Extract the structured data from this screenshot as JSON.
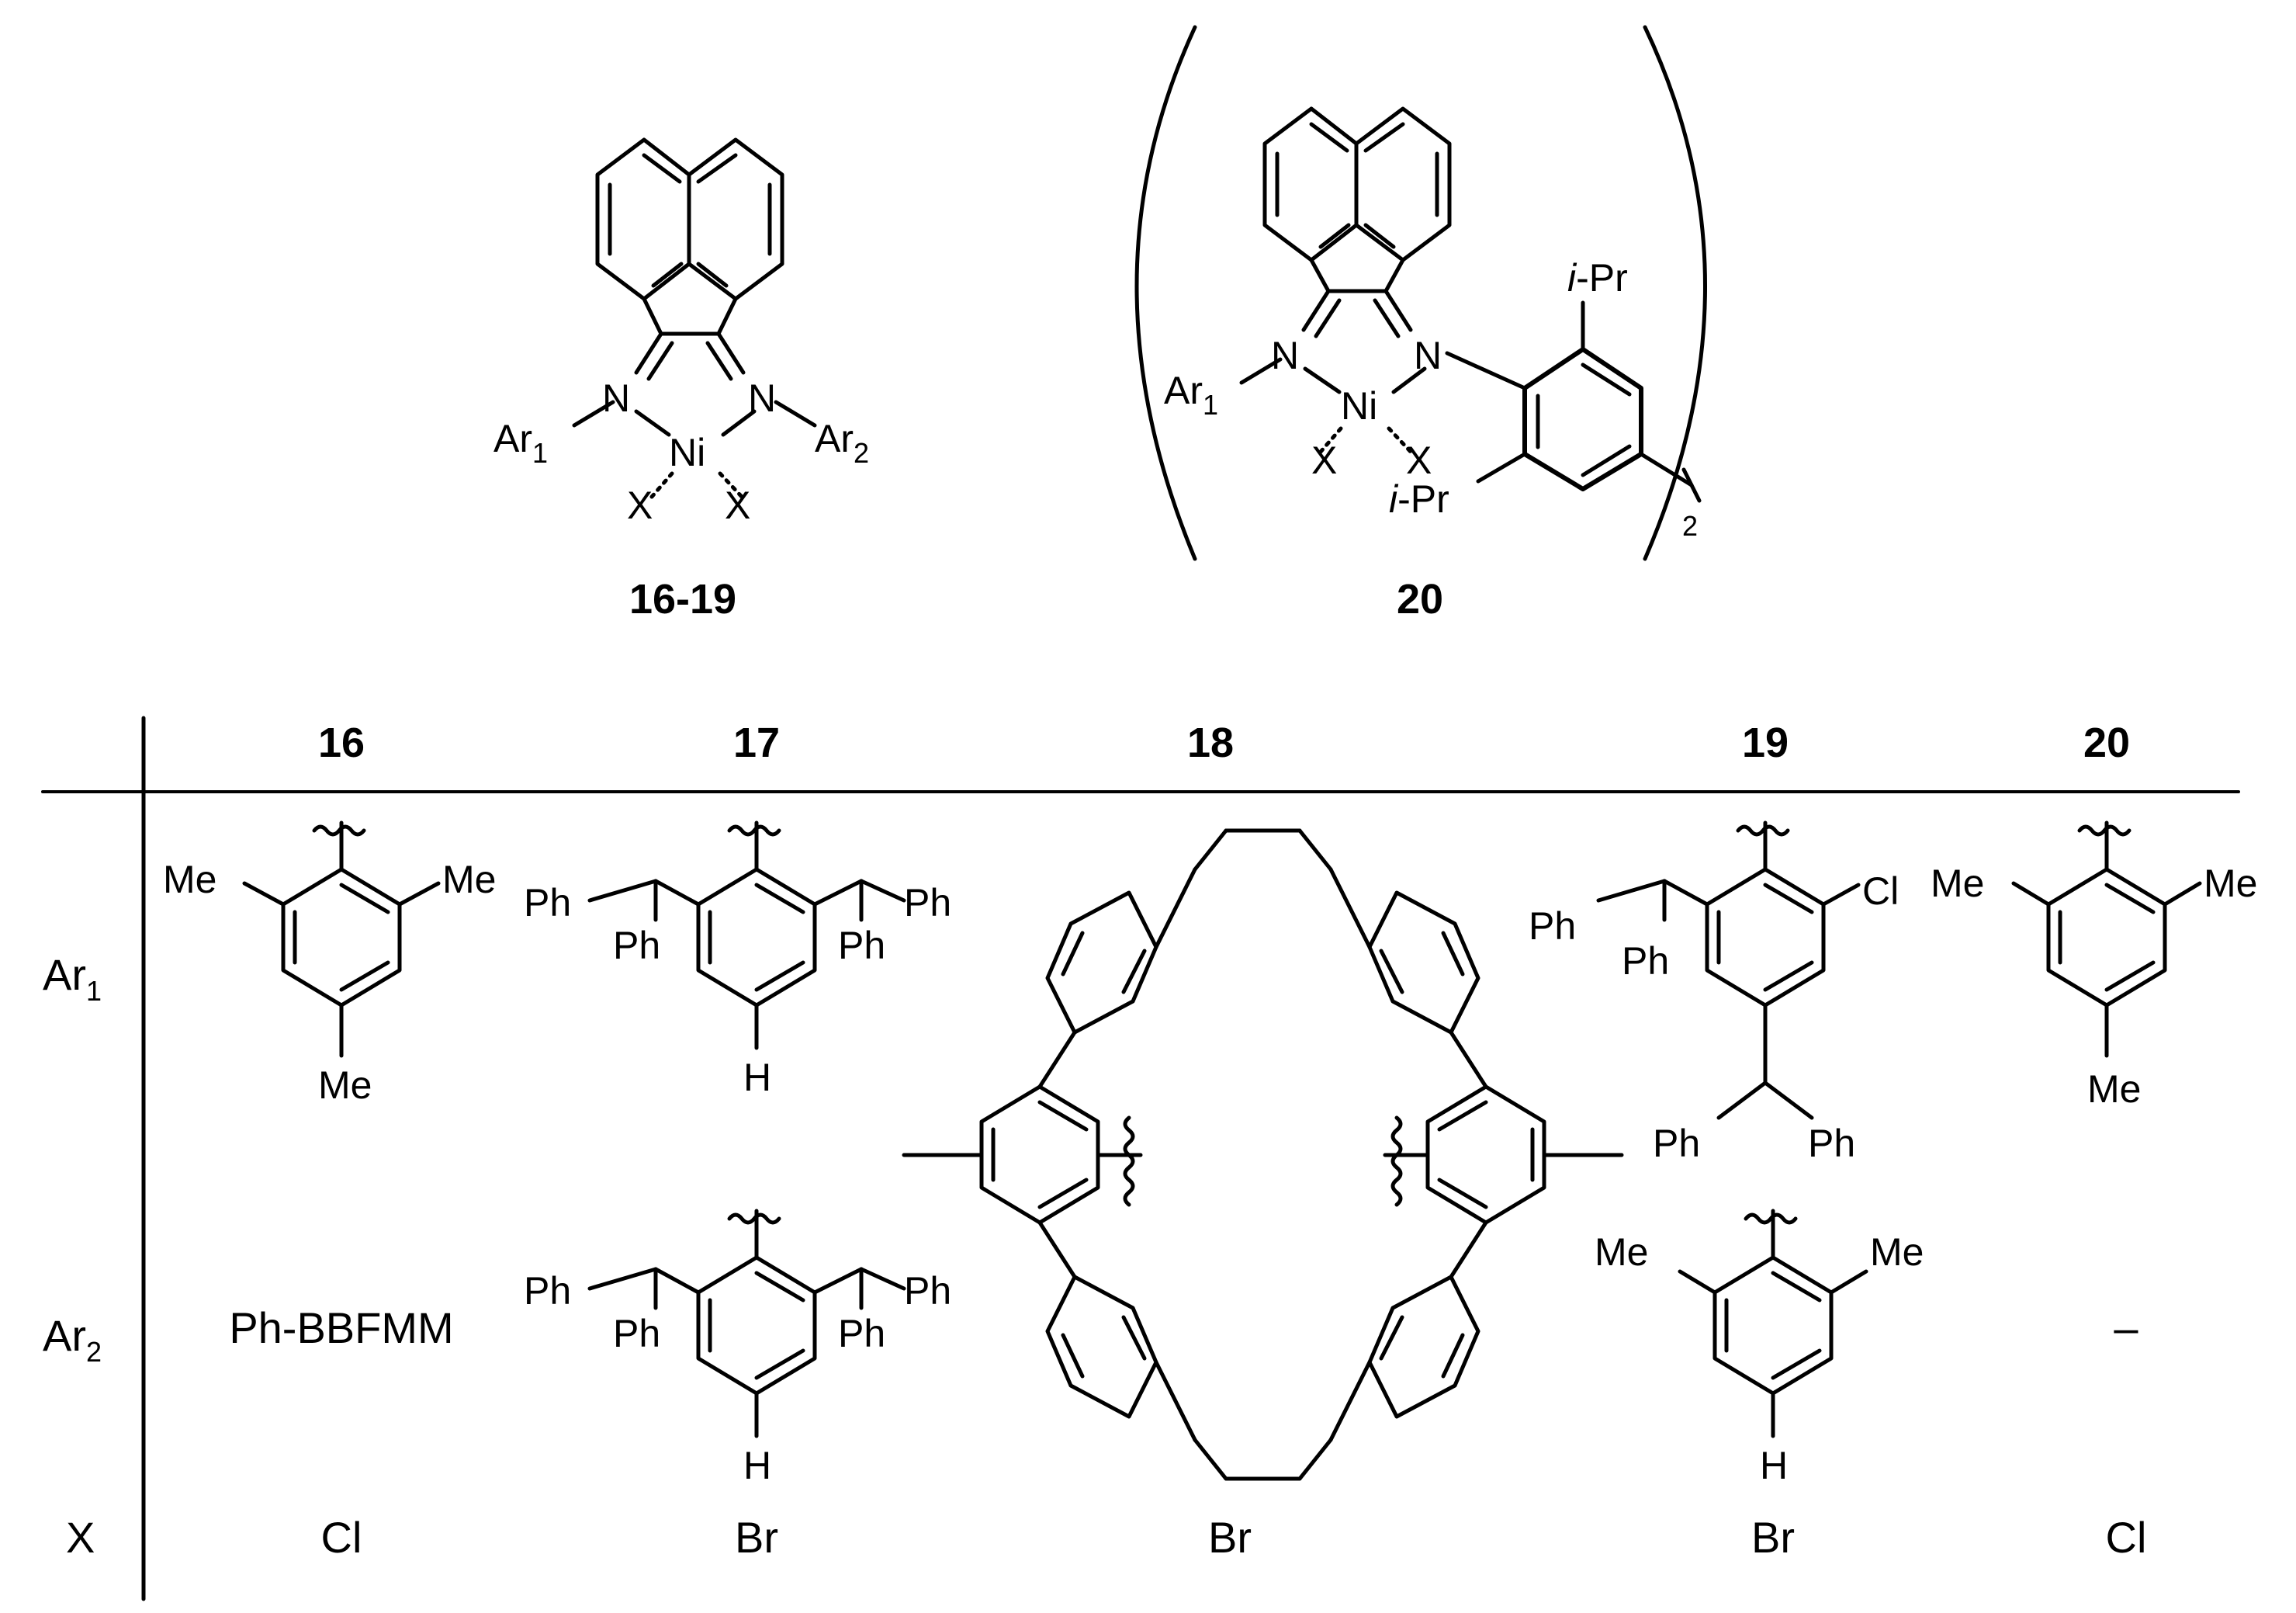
{
  "structure_top_left": {
    "atoms": {
      "N1": "N",
      "N2": "N",
      "Ni": "Ni",
      "X1": "X",
      "X2": "X",
      "Ar1": "Ar",
      "Ar1_sub": "1",
      "Ar2": "Ar",
      "Ar2_sub": "2"
    },
    "label": "16-19"
  },
  "structure_top_right": {
    "atoms": {
      "N1": "N",
      "N2": "N",
      "Ni": "Ni",
      "X1": "X",
      "X2": "X",
      "Ar1": "Ar",
      "Ar1_sub": "1",
      "iPr_top_i": "i",
      "iPr_top_rest": "-Pr",
      "iPr_bot_i": "i",
      "iPr_bot_rest": "-Pr",
      "subscript": "2"
    },
    "label": "20"
  },
  "table": {
    "columns": [
      "16",
      "17",
      "18",
      "19",
      "20"
    ],
    "row_labels": {
      "ar1": "Ar",
      "ar1_sub": "1",
      "ar2": "Ar",
      "ar2_sub": "2",
      "x": "X"
    },
    "col16": {
      "ar1": {
        "me1": "Me",
        "me2": "Me",
        "me3": "Me"
      },
      "ar2_text": "Ph-BBFMM",
      "x": "Cl"
    },
    "col17": {
      "ar1": {
        "ph1": "Ph",
        "ph2": "Ph",
        "ph3": "Ph",
        "ph4": "Ph",
        "h": "H"
      },
      "ar2": {
        "ph1": "Ph",
        "ph2": "Ph",
        "ph3": "Ph",
        "ph4": "Ph",
        "h": "H"
      },
      "x": "Br"
    },
    "col18": {
      "x": "Br"
    },
    "col19": {
      "ar1": {
        "ph1": "Ph",
        "ph2": "Ph",
        "ph3": "Ph",
        "ph4": "Ph",
        "cl": "Cl"
      },
      "ar2": {
        "me1": "Me",
        "me2": "Me",
        "h": "H"
      },
      "x": "Br"
    },
    "col20": {
      "ar1": {
        "me1": "Me",
        "me2": "Me",
        "me3": "Me"
      },
      "ar2_text": "–",
      "x": "Cl"
    }
  }
}
